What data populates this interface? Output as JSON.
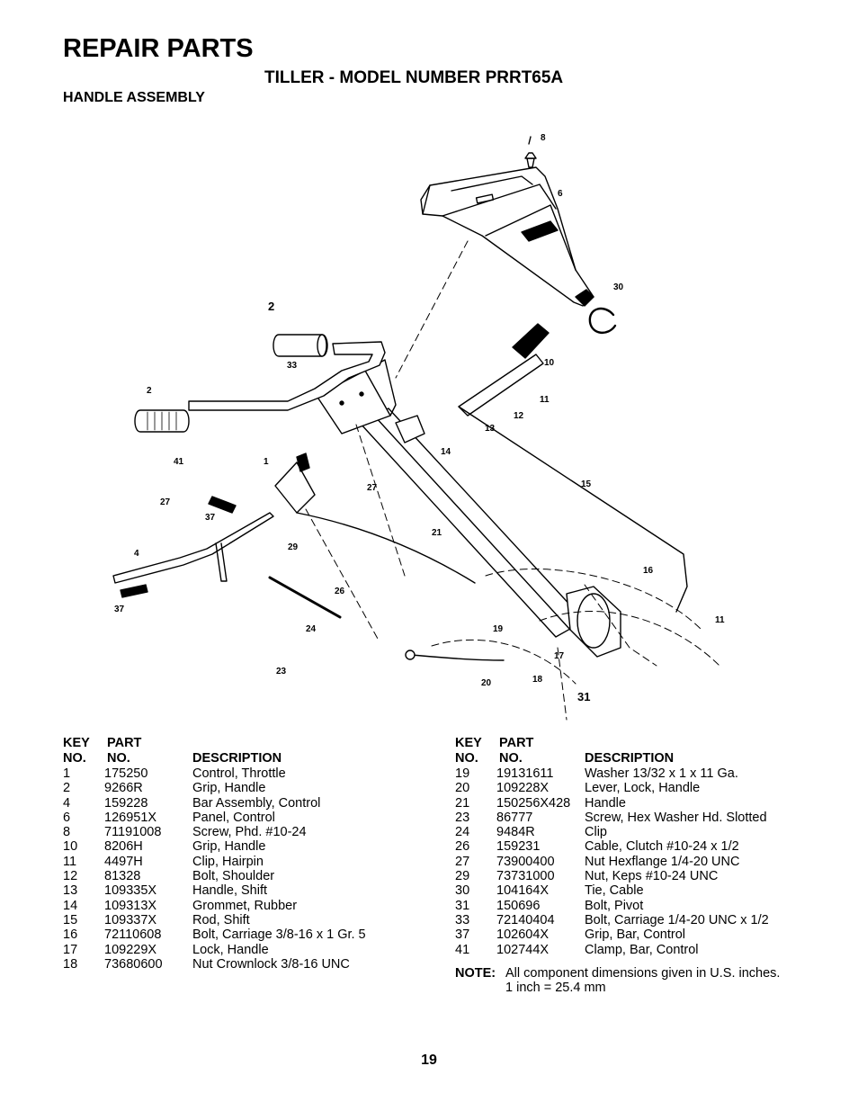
{
  "header": {
    "title": "REPAIR PARTS",
    "subtitle": "TILLER - MODEL NUMBER PRRT65A",
    "section": "HANDLE ASSEMBLY"
  },
  "diagram": {
    "callouts": [
      "8",
      "6",
      "30",
      "2",
      "10",
      "33",
      "11",
      "2",
      "12",
      "13",
      "14",
      "41",
      "1",
      "27",
      "15",
      "27",
      "37",
      "21",
      "29",
      "4",
      "16",
      "37",
      "26",
      "11",
      "24",
      "19",
      "17",
      "18",
      "23",
      "20",
      "31"
    ]
  },
  "table": {
    "headers": {
      "key_line1": "KEY",
      "key_line2": "NO.",
      "part_line1": "PART",
      "part_line2": "NO.",
      "description": "DESCRIPTION"
    },
    "left": [
      {
        "key": "1",
        "part": "175250",
        "desc": "Control, Throttle"
      },
      {
        "key": "2",
        "part": "9266R",
        "desc": "Grip, Handle"
      },
      {
        "key": "4",
        "part": "159228",
        "desc": "Bar Assembly, Control"
      },
      {
        "key": "6",
        "part": "126951X",
        "desc": "Panel, Control"
      },
      {
        "key": "8",
        "part": "71191008",
        "desc": "Screw, Phd.  #10-24"
      },
      {
        "key": "10",
        "part": "8206H",
        "desc": "Grip, Handle"
      },
      {
        "key": "11",
        "part": "4497H",
        "desc": "Clip, Hairpin"
      },
      {
        "key": "12",
        "part": "81328",
        "desc": "Bolt, Shoulder"
      },
      {
        "key": "13",
        "part": "109335X",
        "desc": "Handle, Shift"
      },
      {
        "key": "14",
        "part": "109313X",
        "desc": "Grommet, Rubber"
      },
      {
        "key": "15",
        "part": "109337X",
        "desc": "Rod, Shift"
      },
      {
        "key": "16",
        "part": "72110608",
        "desc": "Bolt, Carriage  3/8-16 x 1 Gr. 5"
      },
      {
        "key": "17",
        "part": "109229X",
        "desc": "Lock, Handle"
      },
      {
        "key": "18",
        "part": "73680600",
        "desc": "Nut Crownlock 3/8-16 UNC"
      }
    ],
    "right": [
      {
        "key": "19",
        "part": "19131611",
        "desc": "Washer  13/32 x 1 x 11 Ga."
      },
      {
        "key": "20",
        "part": "109228X",
        "desc": "Lever, Lock, Handle"
      },
      {
        "key": "21",
        "part": "150256X428",
        "desc": "Handle"
      },
      {
        "key": "23",
        "part": "86777",
        "desc": "Screw, Hex Washer Hd. Slotted"
      },
      {
        "key": "24",
        "part": "9484R",
        "desc": "Clip"
      },
      {
        "key": "26",
        "part": "159231",
        "desc": "Cable, Clutch #10-24 x 1/2"
      },
      {
        "key": "27",
        "part": "73900400",
        "desc": "Nut Hexflange 1/4-20 UNC"
      },
      {
        "key": "29",
        "part": "73731000",
        "desc": "Nut, Keps  #10-24 UNC"
      },
      {
        "key": "30",
        "part": "104164X",
        "desc": "Tie, Cable"
      },
      {
        "key": "31",
        "part": "150696",
        "desc": "Bolt,  Pivot"
      },
      {
        "key": "33",
        "part": "72140404",
        "desc": "Bolt, Carriage  1/4-20 UNC x 1/2"
      },
      {
        "key": "37",
        "part": "102604X",
        "desc": "Grip, Bar, Control"
      },
      {
        "key": "41",
        "part": "102744X",
        "desc": "Clamp, Bar, Control"
      }
    ]
  },
  "note": {
    "label": "NOTE:",
    "line1": "All component dimensions given in U.S. inches.",
    "line2": "1 inch = 25.4 mm"
  },
  "page_number": "19"
}
